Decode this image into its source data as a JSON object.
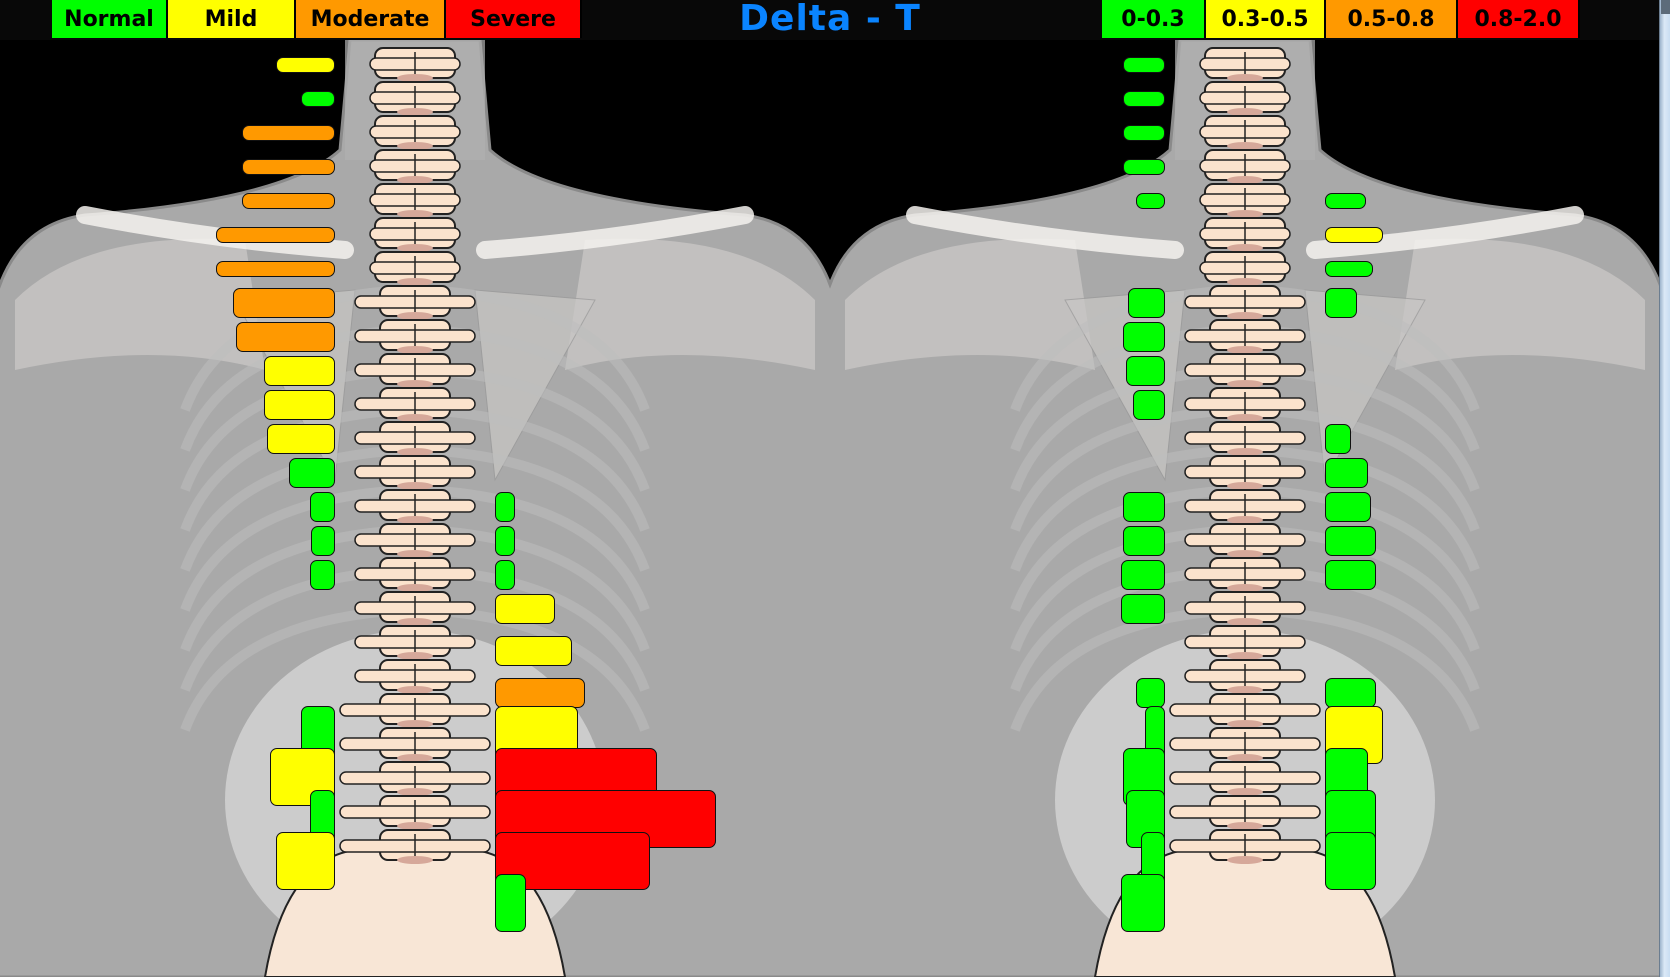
{
  "header": {
    "title": "Delta - T",
    "severity_legend": [
      {
        "label": "Normal",
        "color": "#00ff00"
      },
      {
        "label": "Mild",
        "color": "#ffff00"
      },
      {
        "label": "Moderate",
        "color": "#ff9900"
      },
      {
        "label": "Severe",
        "color": "#ff0000"
      }
    ],
    "range_legend": [
      {
        "label": "0-0.3",
        "color": "#00ff00"
      },
      {
        "label": "0.3-0.5",
        "color": "#ffff00"
      },
      {
        "label": "0.5-0.8",
        "color": "#ff9900"
      },
      {
        "label": "0.8-2.0",
        "color": "#ff0000"
      }
    ]
  },
  "colors": {
    "normal": "#00ff00",
    "mild": "#ffff00",
    "moderate": "#ff9900",
    "severe": "#ff0000",
    "title": "#0a84ff"
  },
  "panels": [
    {
      "name": "left-scan",
      "left_side": [
        {
          "level": 1,
          "severity": "mild",
          "magnitude": 0.35
        },
        {
          "level": 2,
          "severity": "normal",
          "magnitude": 0.2
        },
        {
          "level": 3,
          "severity": "moderate",
          "magnitude": 0.55
        },
        {
          "level": 4,
          "severity": "moderate",
          "magnitude": 0.55
        },
        {
          "level": 5,
          "severity": "moderate",
          "magnitude": 0.55
        },
        {
          "level": 6,
          "severity": "moderate",
          "magnitude": 0.7
        },
        {
          "level": 7,
          "severity": "moderate",
          "magnitude": 0.7
        },
        {
          "level": 8,
          "severity": "moderate",
          "magnitude": 0.6
        },
        {
          "level": 9,
          "severity": "moderate",
          "magnitude": 0.58
        },
        {
          "level": 10,
          "severity": "mild",
          "magnitude": 0.42
        },
        {
          "level": 11,
          "severity": "mild",
          "magnitude": 0.42
        },
        {
          "level": 12,
          "severity": "mild",
          "magnitude": 0.4
        },
        {
          "level": 13,
          "severity": "normal",
          "magnitude": 0.27
        },
        {
          "level": 14,
          "severity": "normal",
          "magnitude": 0.15
        },
        {
          "level": 15,
          "severity": "normal",
          "magnitude": 0.14
        },
        {
          "level": 16,
          "severity": "normal",
          "magnitude": 0.15
        },
        {
          "level": 20,
          "severity": "normal",
          "magnitude": 0.2
        },
        {
          "level": 21,
          "severity": "mild",
          "magnitude": 0.38
        },
        {
          "level": 22,
          "severity": "normal",
          "magnitude": 0.15
        },
        {
          "level": 23,
          "severity": "mild",
          "magnitude": 0.35
        }
      ],
      "right_side": [
        {
          "level": 14,
          "severity": "normal",
          "magnitude": 0.1
        },
        {
          "level": 15,
          "severity": "normal",
          "magnitude": 0.1
        },
        {
          "level": 16,
          "severity": "normal",
          "magnitude": 0.1
        },
        {
          "level": 17,
          "severity": "mild",
          "magnitude": 0.35
        },
        {
          "level": 18,
          "severity": "mild",
          "magnitude": 0.45
        },
        {
          "level": 19,
          "severity": "moderate",
          "magnitude": 0.53
        },
        {
          "level": 20,
          "severity": "mild",
          "magnitude": 0.49
        },
        {
          "level": 21,
          "severity": "severe",
          "magnitude": 0.95
        },
        {
          "level": 22,
          "severity": "severe",
          "magnitude": 1.3
        },
        {
          "level": 23,
          "severity": "severe",
          "magnitude": 0.91
        },
        {
          "level": 24,
          "severity": "normal",
          "magnitude": 0.18
        }
      ]
    },
    {
      "name": "right-scan",
      "left_side": [
        {
          "level": 1,
          "severity": "normal",
          "magnitude": 0.25
        },
        {
          "level": 2,
          "severity": "normal",
          "magnitude": 0.25
        },
        {
          "level": 3,
          "severity": "normal",
          "magnitude": 0.25
        },
        {
          "level": 4,
          "severity": "normal",
          "magnitude": 0.25
        },
        {
          "level": 5,
          "severity": "normal",
          "magnitude": 0.17
        },
        {
          "level": 8,
          "severity": "normal",
          "magnitude": 0.22
        },
        {
          "level": 9,
          "severity": "normal",
          "magnitude": 0.25
        },
        {
          "level": 10,
          "severity": "normal",
          "magnitude": 0.23
        },
        {
          "level": 11,
          "severity": "normal",
          "magnitude": 0.19
        },
        {
          "level": 14,
          "severity": "normal",
          "magnitude": 0.25
        },
        {
          "level": 15,
          "severity": "normal",
          "magnitude": 0.25
        },
        {
          "level": 16,
          "severity": "normal",
          "magnitude": 0.26
        },
        {
          "level": 17,
          "severity": "normal",
          "magnitude": 0.26
        },
        {
          "level": 19,
          "severity": "normal",
          "magnitude": 0.17
        },
        {
          "level": 20,
          "severity": "normal",
          "magnitude": 0.12
        },
        {
          "level": 21,
          "severity": "normal",
          "magnitude": 0.25
        },
        {
          "level": 22,
          "severity": "normal",
          "magnitude": 0.23
        },
        {
          "level": 23,
          "severity": "normal",
          "magnitude": 0.14
        },
        {
          "level": 24,
          "severity": "normal",
          "magnitude": 0.26
        }
      ],
      "right_side": [
        {
          "level": 5,
          "severity": "normal",
          "magnitude": 0.24
        },
        {
          "level": 6,
          "severity": "mild",
          "magnitude": 0.34
        },
        {
          "level": 7,
          "severity": "normal",
          "magnitude": 0.28
        },
        {
          "level": 8,
          "severity": "normal",
          "magnitude": 0.19
        },
        {
          "level": 12,
          "severity": "normal",
          "magnitude": 0.15
        },
        {
          "level": 13,
          "severity": "normal",
          "magnitude": 0.25
        },
        {
          "level": 14,
          "severity": "normal",
          "magnitude": 0.27
        },
        {
          "level": 15,
          "severity": "normal",
          "magnitude": 0.3
        },
        {
          "level": 16,
          "severity": "normal",
          "magnitude": 0.3
        },
        {
          "level": 19,
          "severity": "normal",
          "magnitude": 0.3
        },
        {
          "level": 20,
          "severity": "mild",
          "magnitude": 0.34
        },
        {
          "level": 21,
          "severity": "normal",
          "magnitude": 0.25
        },
        {
          "level": 22,
          "severity": "normal",
          "magnitude": 0.3
        },
        {
          "level": 23,
          "severity": "normal",
          "magnitude": 0.3
        }
      ]
    }
  ]
}
